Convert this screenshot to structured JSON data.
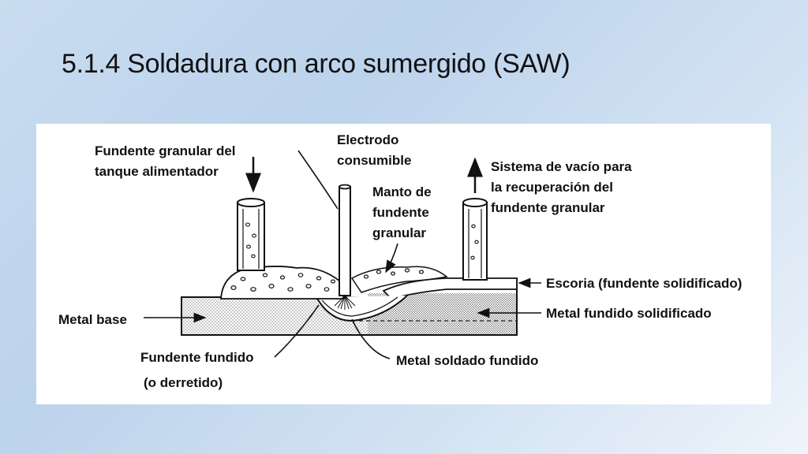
{
  "slide": {
    "title": "5.1.4 Soldadura con arco sumergido (SAW)"
  },
  "diagram": {
    "labels": {
      "granular_flux_line1": "Fundente granular del",
      "granular_flux_line2": "tanque alimentador",
      "electrode_line1": "Electrodo",
      "electrode_line2": "consumible",
      "flux_blanket_line1": "Manto de",
      "flux_blanket_line2": "fundente",
      "flux_blanket_line3": "granular",
      "vacuum_line1": "Sistema de vacío para",
      "vacuum_line2": "la recuperación del",
      "vacuum_line3": "fundente granular",
      "slag": "Escoria (fundente solidificado)",
      "solidified_metal": "Metal fundido solidificado",
      "base_metal": "Metal base",
      "molten_flux_line1": "Fundente fundido",
      "molten_flux_line2": "(o derretido)",
      "molten_weld_metal": "Metal soldado fundido"
    },
    "colors": {
      "ink": "#111111",
      "stipple": "#9a9a9a"
    }
  }
}
